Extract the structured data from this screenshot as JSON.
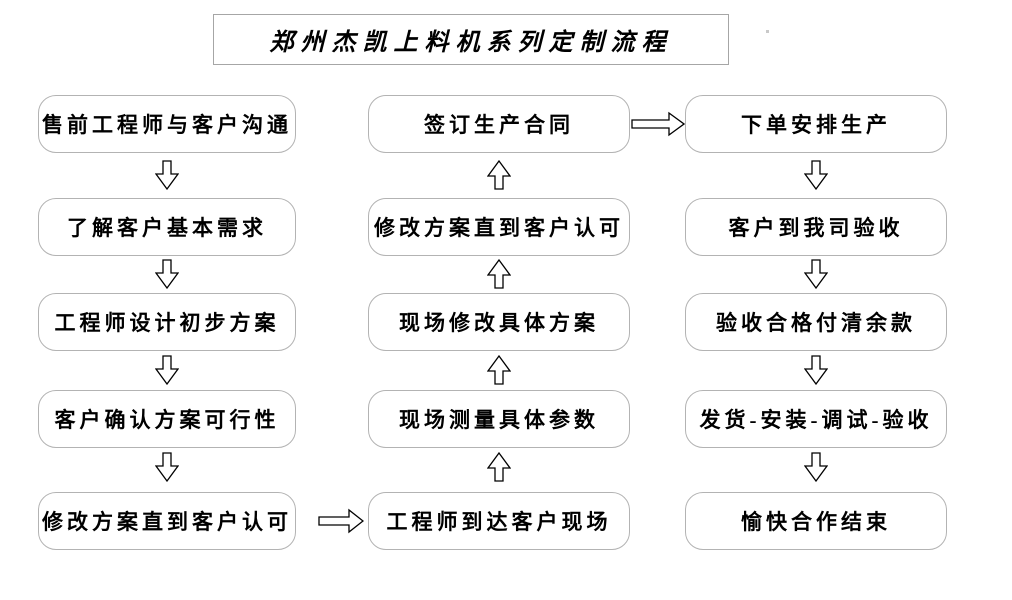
{
  "title": "郑州杰凯上料机系列定制流程",
  "columns": {
    "left": [
      "售前工程师与客户沟通",
      "了解客户基本需求",
      "工程师设计初步方案",
      "客户确认方案可行性",
      "修改方案直到客户认可"
    ],
    "middle": [
      "签订生产合同",
      "修改方案直到客户认可",
      "现场修改具体方案",
      "现场测量具体参数",
      "工程师到达客户现场"
    ],
    "right": [
      "下单安排生产",
      "客户到我司验收",
      "验收合格付清余款",
      "发货-安装-调试-验收",
      "愉快合作结束"
    ]
  },
  "flow_direction": {
    "left_column": "top-to-bottom",
    "middle_column": "bottom-to-top",
    "right_column": "top-to-bottom",
    "left_to_middle": "right-arrow-at-bottom-row",
    "middle_to_right": "right-arrow-at-top-row"
  },
  "icons": [
    "arrow-down-icon",
    "arrow-up-icon",
    "arrow-right-icon"
  ],
  "colors": {
    "background": "#ffffff",
    "box_border": "#b3b3b3",
    "title_border": "#a6a6a6",
    "text": "#000000",
    "arrow_outline": "#000000",
    "arrow_fill": "#ffffff"
  }
}
